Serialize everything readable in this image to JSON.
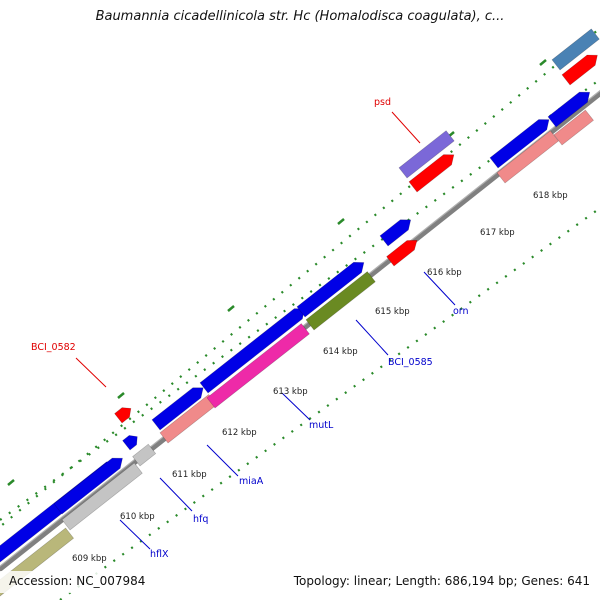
{
  "header": {
    "title": "Baumannia cicadellinicola str. Hc (Homalodisca coagulata), c..."
  },
  "footer": {
    "accession": "Accession: NC_007984",
    "topology": "Topology: linear; Length: 686,194 bp; Genes: 641"
  },
  "scale_labels": [
    {
      "id": "609",
      "text": "609 kbp"
    },
    {
      "id": "610",
      "text": "610 kbp"
    },
    {
      "id": "611",
      "text": "611 kbp"
    },
    {
      "id": "612",
      "text": "612 kbp"
    },
    {
      "id": "613",
      "text": "613 kbp"
    },
    {
      "id": "614",
      "text": "614 kbp"
    },
    {
      "id": "615",
      "text": "615 kbp"
    },
    {
      "id": "616",
      "text": "616 kbp"
    },
    {
      "id": "617",
      "text": "617 kbp"
    },
    {
      "id": "618",
      "text": "618 kbp"
    }
  ],
  "gene_labels": [
    {
      "id": "psd",
      "text": "psd",
      "color": "#e00000"
    },
    {
      "id": "bci0582",
      "text": "BCI_0582",
      "color": "#e00000"
    },
    {
      "id": "orn",
      "text": "orn",
      "color": "#0000cc"
    },
    {
      "id": "bci0585",
      "text": "BCI_0585",
      "color": "#0000cc"
    },
    {
      "id": "mutl",
      "text": "mutL",
      "color": "#0000cc"
    },
    {
      "id": "miaa",
      "text": "miaA",
      "color": "#0000cc"
    },
    {
      "id": "hfq",
      "text": "hfq",
      "color": "#0000cc"
    },
    {
      "id": "hflx",
      "text": "hflX",
      "color": "#0000cc"
    }
  ],
  "colors": {
    "backbone": "#808080",
    "tick": "#2a8a2a",
    "cds_blue": "#0000e6",
    "rna_red": "#ff0000",
    "pink": "#f08a8a",
    "magenta": "#ee2aa8",
    "olive": "#6a8a22",
    "khaki": "#b9b77a",
    "grey": "#c4c4c4",
    "purple": "#7b68d8",
    "steel": "#4a82b4",
    "label_red": "#e00000",
    "label_blue": "#0000cc"
  }
}
